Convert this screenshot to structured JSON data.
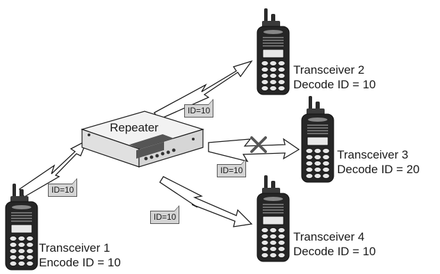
{
  "repeater": {
    "label": "Repeater"
  },
  "transceivers": [
    {
      "name": "Transceiver 1",
      "id_line": "Encode ID = 10"
    },
    {
      "name": "Transceiver 2",
      "id_line": "Decode ID = 10"
    },
    {
      "name": "Transceiver 3",
      "id_line": "Decode ID = 20"
    },
    {
      "name": "Transceiver 4",
      "id_line": "Decode ID = 10"
    }
  ],
  "signal_tags": {
    "uplink": "ID=10",
    "to_t2": "ID=10",
    "to_t3": "ID=10",
    "to_t4": "ID=10"
  },
  "blocked_marker": "x-mark",
  "colors": {
    "tag_fill": "#d4d4d4",
    "device_body": "#2b2b2b",
    "blocked": "#555555"
  }
}
